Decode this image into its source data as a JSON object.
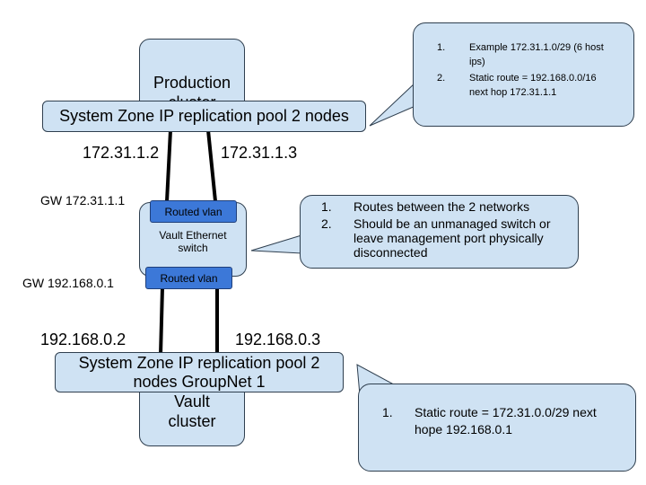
{
  "production_cluster": {
    "line1": "Production",
    "line2": "cluster"
  },
  "production_pool": {
    "label": "System Zone IP replication pool 2 nodes"
  },
  "production_links": {
    "left_ip": "172.31.1.2",
    "right_ip": "172.31.1.3"
  },
  "gateway_top": "GW 172.31.1.1",
  "gateway_bottom": "GW 192.168.0.1",
  "switch": {
    "line1": "Vault Ethernet",
    "line2": "switch",
    "vlan_top": "Routed vlan",
    "vlan_bottom": "Routed vlan"
  },
  "vault_links": {
    "left_ip": "192.168.0.2",
    "right_ip": "192.168.0.3"
  },
  "vault_pool": {
    "line1": "System Zone IP replication pool 2",
    "line2": "nodes GroupNet 1"
  },
  "vault_cluster": {
    "line1": "Vault",
    "line2": "cluster"
  },
  "callout_production": {
    "items": [
      {
        "num": "1.",
        "text": "Example 172.31.1.0/29 (6 host ips)"
      },
      {
        "num": "2.",
        "text": "Static route = 192.168.0.0/16 next hop 172.31.1.1"
      }
    ]
  },
  "callout_switch": {
    "items": [
      {
        "num": "1.",
        "text": "Routes between the 2 networks"
      },
      {
        "num": "2.",
        "text": "Should be an unmanaged switch or leave management port physically disconnected"
      }
    ]
  },
  "callout_vault": {
    "items": [
      {
        "num": "1.",
        "text": "Static route = 172.31.0.0/29 next hope 192.168.0.1"
      }
    ]
  },
  "colors": {
    "box_fill": "#cfe2f3",
    "vlan_fill": "#3c78d8",
    "line": "#000000"
  }
}
